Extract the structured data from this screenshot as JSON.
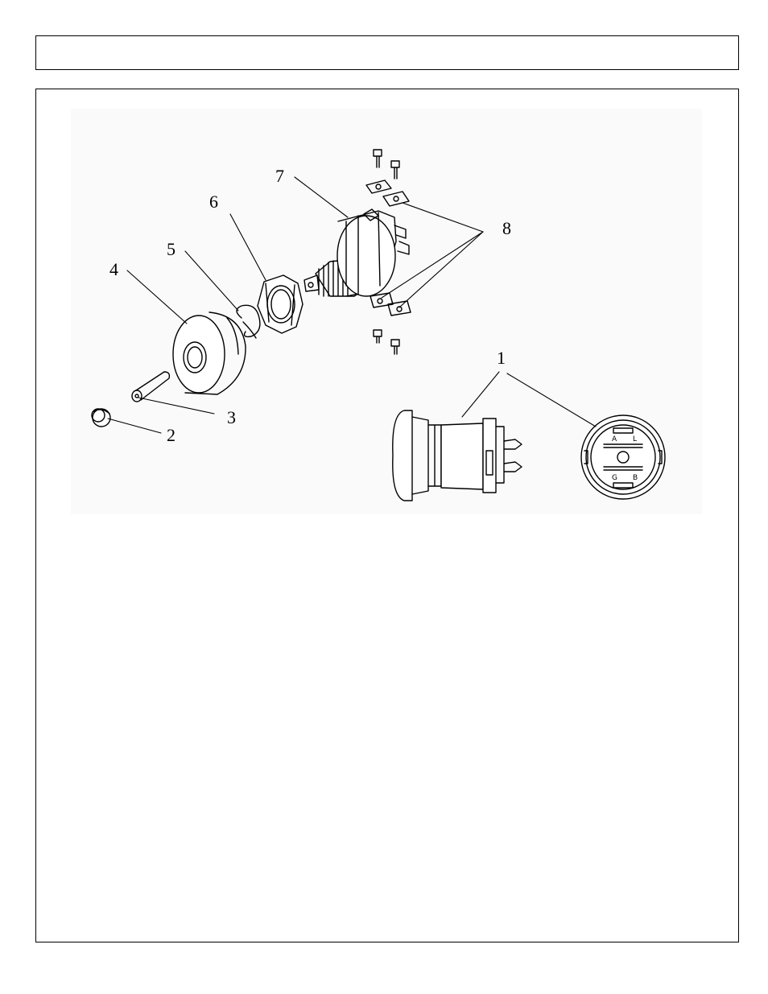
{
  "header": {
    "title": ""
  },
  "diagram": {
    "callouts": [
      {
        "id": "callout-1",
        "text": "1"
      },
      {
        "id": "callout-2",
        "text": "2"
      },
      {
        "id": "callout-3",
        "text": "3"
      },
      {
        "id": "callout-4",
        "text": "4"
      },
      {
        "id": "callout-5",
        "text": "5"
      },
      {
        "id": "callout-6",
        "text": "6"
      },
      {
        "id": "callout-7",
        "text": "7"
      },
      {
        "id": "callout-8",
        "text": "8"
      }
    ],
    "terminal_marks": {
      "top_left": "A",
      "top_right": "L",
      "bottom_left": "G",
      "bottom_right": "B"
    }
  }
}
